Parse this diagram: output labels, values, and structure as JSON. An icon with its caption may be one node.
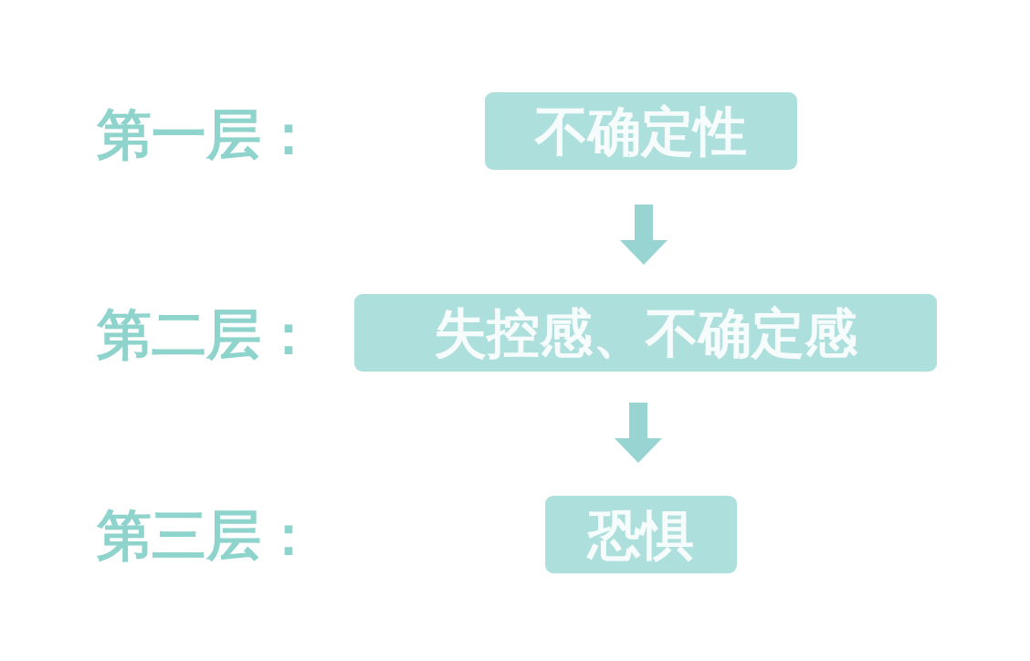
{
  "diagram": {
    "nodes": [
      {
        "text": [
          "不确定性"
        ]
      },
      {
        "text": [
          "失控感、不确定感"
        ]
      },
      {
        "text": [
          "恐惧"
        ]
      }
    ],
    "edges": [
      {
        "from": 0,
        "to": 1,
        "arrow": "to"
      },
      {
        "from": 1,
        "to": 2,
        "arrow": "to"
      }
    ],
    "labels": [
      "第一层：",
      "第二层：",
      "第三层："
    ]
  }
}
